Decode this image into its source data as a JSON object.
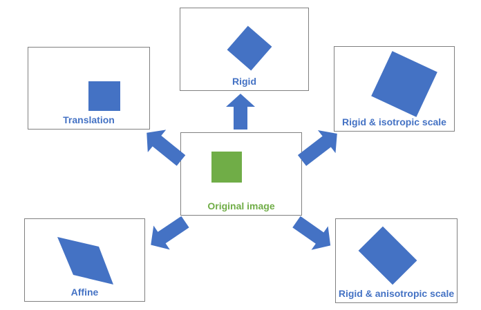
{
  "colors": {
    "shape_blue": "#4472C4",
    "label_blue": "#4472C4",
    "green": "#70AD47",
    "box_border": "#7F7F7F",
    "background": "#FFFFFF"
  },
  "boxes": {
    "rigid": {
      "label": "Rigid",
      "shape": "blue-rotated-square"
    },
    "translation": {
      "label": "Translation",
      "shape": "blue-square"
    },
    "isotropic": {
      "label": "Rigid & isotropic scale",
      "shape": "blue-large-rotated-square"
    },
    "center": {
      "label": "Original image",
      "shape": "green-square"
    },
    "affine": {
      "label": "Affine",
      "shape": "blue-parallelogram"
    },
    "anisotropic": {
      "label": "Rigid & anisotropic scale",
      "shape": "blue-rotated-rectangle"
    }
  },
  "arrows": [
    "up",
    "upper-left",
    "upper-right",
    "lower-left",
    "lower-right"
  ]
}
